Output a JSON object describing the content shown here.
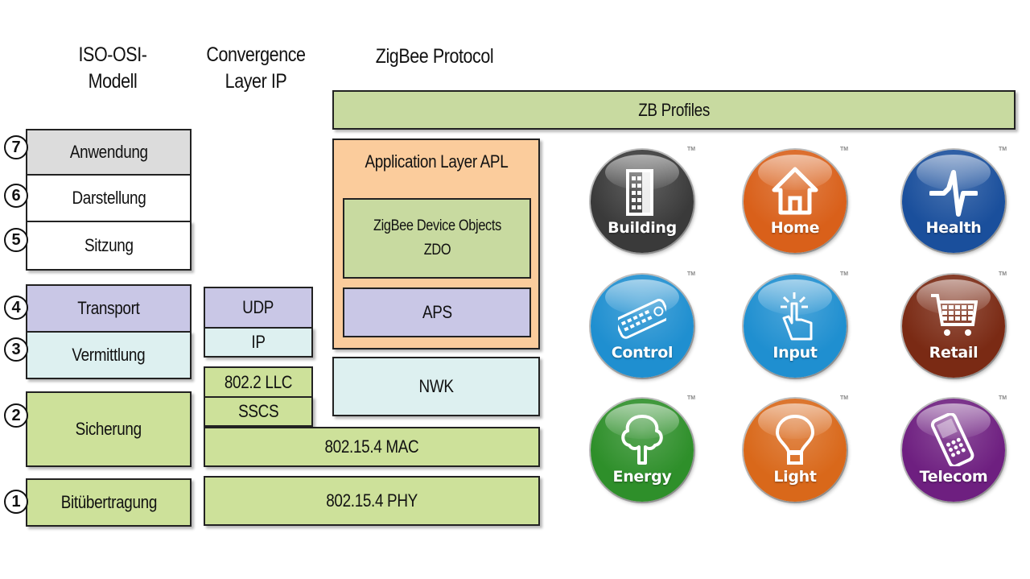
{
  "headers": {
    "osi": [
      "ISO-OSI-",
      "Modell"
    ],
    "convergence": [
      "Convergence",
      "Layer IP"
    ],
    "zigbee": "ZigBee Protocol"
  },
  "osi_layers": [
    {
      "number": "7",
      "name": "Anwendung",
      "color": "#dcdcdc"
    },
    {
      "number": "6",
      "name": "Darstellung",
      "color": "#ffffff"
    },
    {
      "number": "5",
      "name": "Sitzung",
      "color": "#ffffff"
    },
    {
      "number": "4",
      "name": "Transport",
      "color": "#c9c7e6"
    },
    {
      "number": "3",
      "name": "Vermittlung",
      "color": "#ddf0f0"
    },
    {
      "number": "2",
      "name": "Sicherung",
      "color": "#cde19a"
    },
    {
      "number": "1",
      "name": "Bitübertragung",
      "color": "#cde19a"
    }
  ],
  "convergence_layers": {
    "udp": "UDP",
    "ip": "IP",
    "llc": "802.2 LLC",
    "sscs": "SSCS",
    "mac": "802.15.4 MAC",
    "phy": "802.15.4 PHY"
  },
  "zigbee_layers": {
    "profiles": "ZB Profiles",
    "apl": "Application Layer APL",
    "zdo": [
      "ZigBee Device Objects",
      "ZDO"
    ],
    "aps": "APS",
    "nwk": "NWK"
  },
  "profiles": [
    {
      "name": "Building",
      "icon": "building-icon",
      "color": "#3a3a3a"
    },
    {
      "name": "Home",
      "icon": "house-icon",
      "color": "#d9601a"
    },
    {
      "name": "Health",
      "icon": "heartbeat-icon",
      "color": "#1a4f9c"
    },
    {
      "name": "Control",
      "icon": "remote-control-icon",
      "color": "#1f8fd0"
    },
    {
      "name": "Input",
      "icon": "touch-hand-icon",
      "color": "#1f8fd0"
    },
    {
      "name": "Retail",
      "icon": "shopping-cart-icon",
      "color": "#7a2a14"
    },
    {
      "name": "Energy",
      "icon": "tree-icon",
      "color": "#2e8f2a"
    },
    {
      "name": "Light",
      "icon": "light-bulb-icon",
      "color": "#d9681a"
    },
    {
      "name": "Telecom",
      "icon": "mobile-phone-icon",
      "color": "#6e1f80"
    }
  ],
  "trademark": "TM"
}
